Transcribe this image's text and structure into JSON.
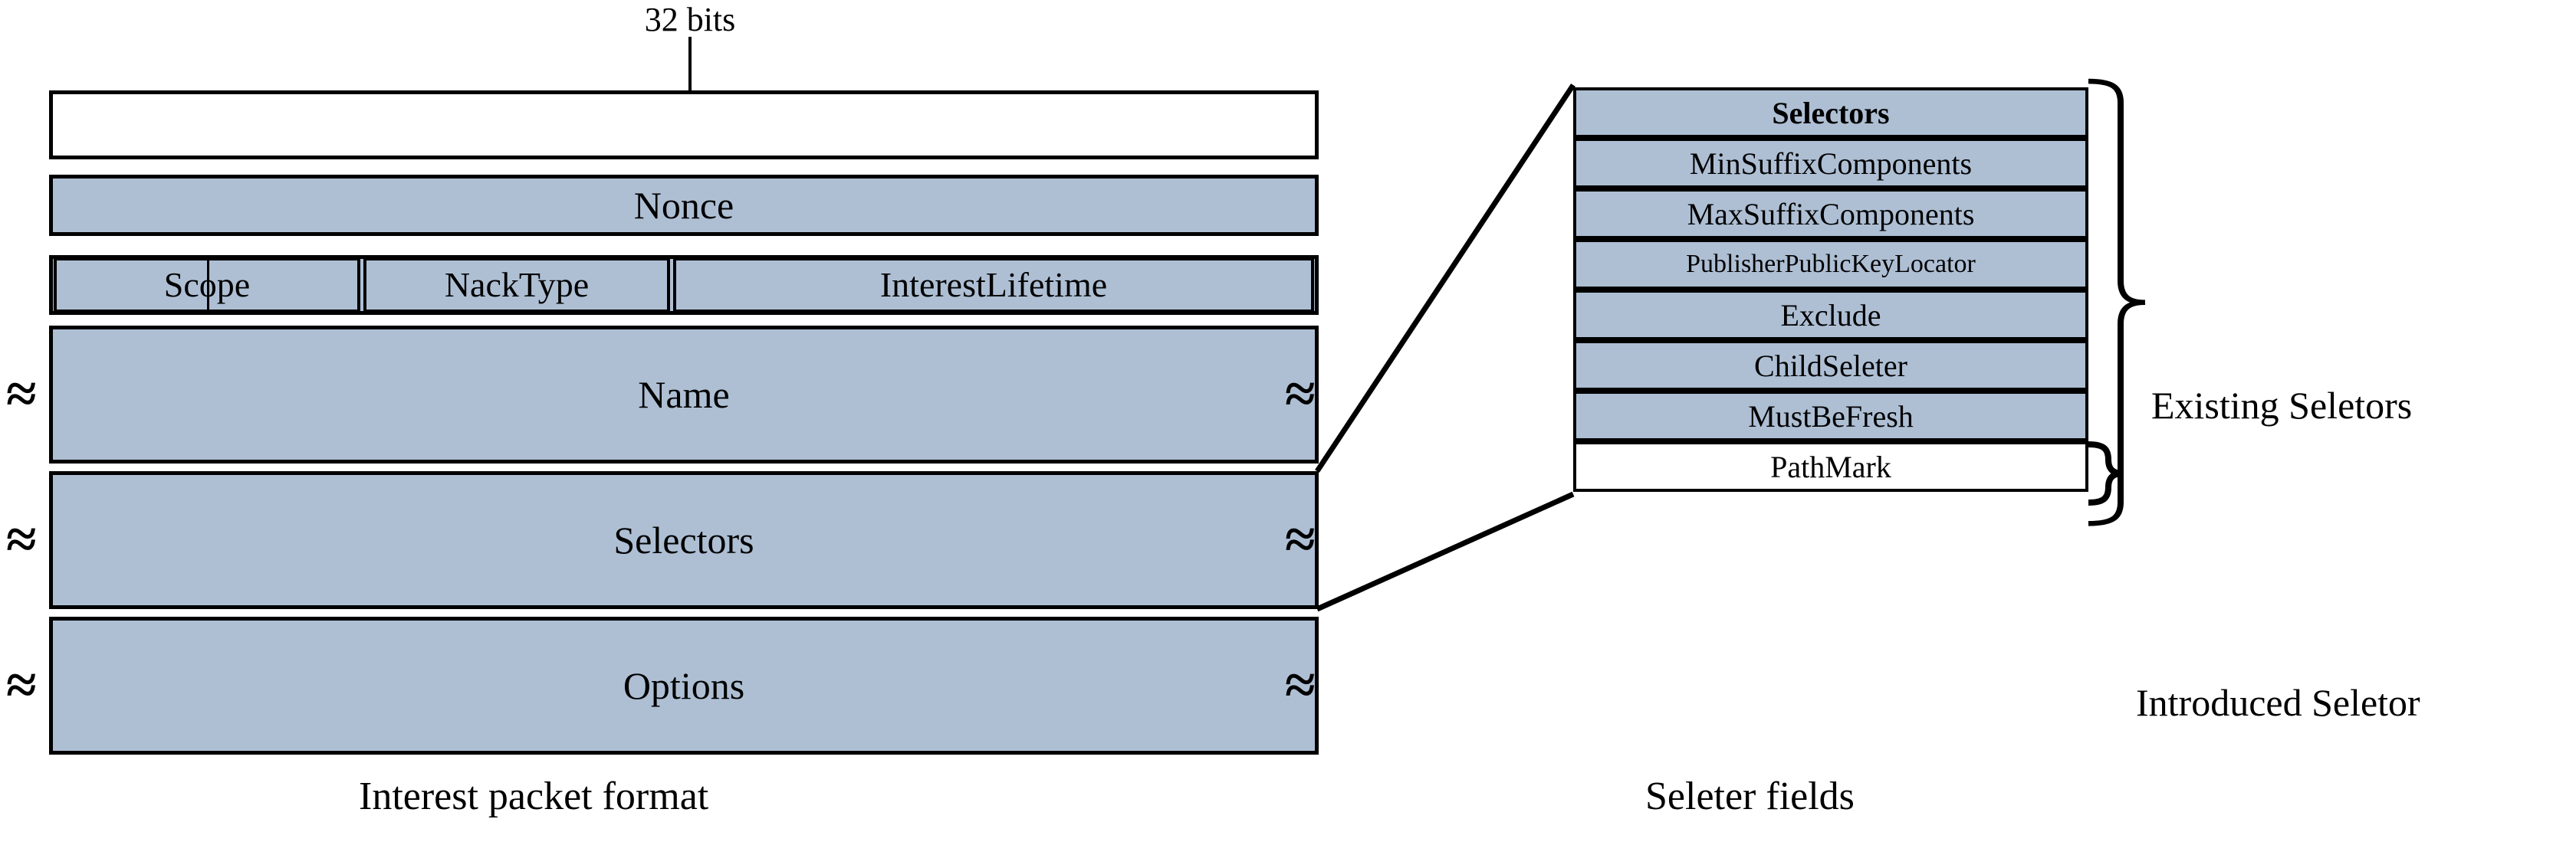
{
  "diagram": {
    "title_left": "Interest packet format",
    "title_right": "Seleter fields",
    "bits_label": "32 bits",
    "colors": {
      "field_fill": "#aebfd4",
      "new_field_fill": "#ffffff",
      "stroke": "#000000",
      "background": "#ffffff"
    }
  },
  "packet": {
    "rows": [
      {
        "label": "",
        "fill": "white",
        "kind": "reserved"
      },
      {
        "label": "Nonce",
        "fill": "blue",
        "kind": "field"
      },
      {
        "label": "Scope",
        "fill": "blue",
        "kind": "subfield"
      },
      {
        "label": "NackType",
        "fill": "blue",
        "kind": "subfield"
      },
      {
        "label": "InterestLifetime",
        "fill": "blue",
        "kind": "subfield"
      },
      {
        "label": "Name",
        "fill": "blue",
        "kind": "variable-field"
      },
      {
        "label": "Selectors",
        "fill": "blue",
        "kind": "variable-field"
      },
      {
        "label": "Options",
        "fill": "blue",
        "kind": "variable-field"
      }
    ],
    "continuation_glyph": "≈"
  },
  "selectors": {
    "header": "Selectors",
    "fields": [
      {
        "label": "MinSuffixComponents",
        "fill": "blue",
        "group": "existing"
      },
      {
        "label": "MaxSuffixComponents",
        "fill": "blue",
        "group": "existing"
      },
      {
        "label": "PublisherPublicKeyLocator",
        "fill": "blue",
        "group": "existing"
      },
      {
        "label": "Exclude",
        "fill": "blue",
        "group": "existing"
      },
      {
        "label": "ChildSeleter",
        "fill": "blue",
        "group": "existing"
      },
      {
        "label": "MustBeFresh",
        "fill": "blue",
        "group": "existing"
      },
      {
        "label": "PathMark",
        "fill": "white",
        "group": "introduced"
      }
    ],
    "group_labels": {
      "existing": "Existing Seletors",
      "introduced": "Introduced Seletor"
    }
  }
}
